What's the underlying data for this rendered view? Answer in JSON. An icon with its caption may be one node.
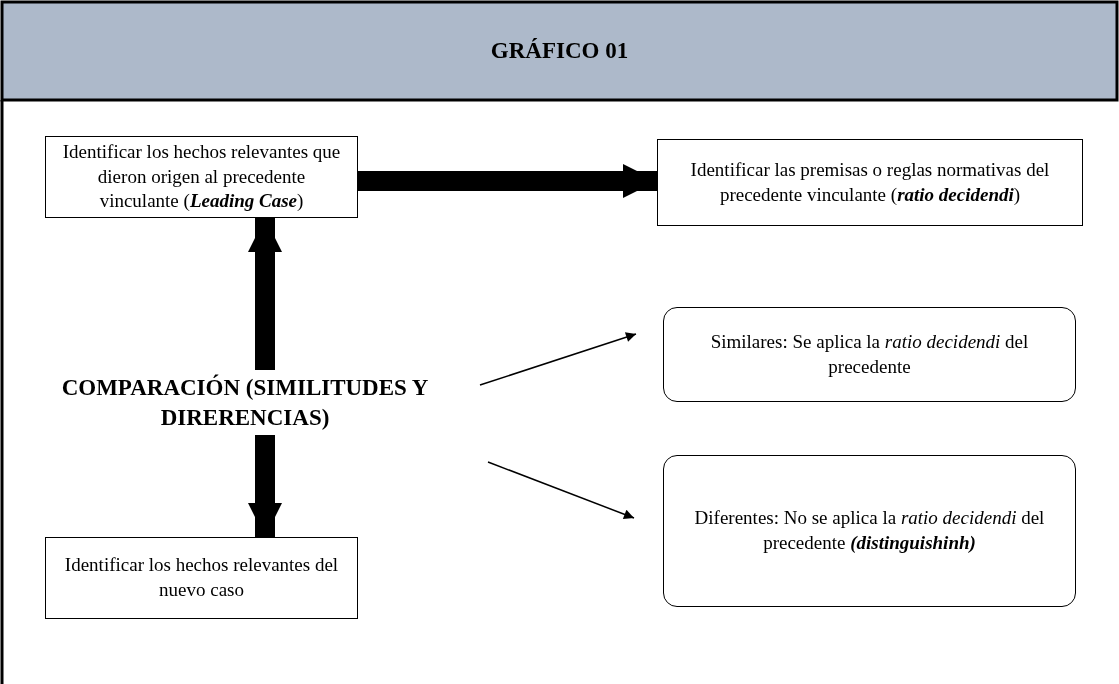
{
  "diagram": {
    "title": "GRÁFICO 01",
    "nodes": [
      {
        "text": [
          "Identificar los hechos relevantes que dieron origen al precedente vinculante (**Leading Case**)"
        ]
      },
      {
        "text": [
          "Identificar las premisas o reglas normativas del precedente vinculante (**ratio decidendi**)"
        ]
      },
      {
        "text": [
          "COMPARACIÓN (SIMILITUDES Y DIRERENCIAS)"
        ]
      },
      {
        "text": [
          "Similares: Se aplica la *ratio decidendi* del precedente"
        ]
      },
      {
        "text": [
          "Diferentes: No se aplica la *ratio decidendi* del precedente **(distinguishinh)**"
        ]
      },
      {
        "text": [
          "Identificar los hechos relevantes del nuevo caso"
        ]
      }
    ],
    "edges": [
      {
        "from": 0,
        "to": 1,
        "arrow": "to"
      },
      {
        "from": 2,
        "to": 0,
        "arrow": "to"
      },
      {
        "from": 2,
        "to": 5,
        "arrow": "to"
      },
      {
        "from": 2,
        "to": 3,
        "arrow": "to"
      },
      {
        "from": 2,
        "to": 4,
        "arrow": "to"
      }
    ]
  }
}
